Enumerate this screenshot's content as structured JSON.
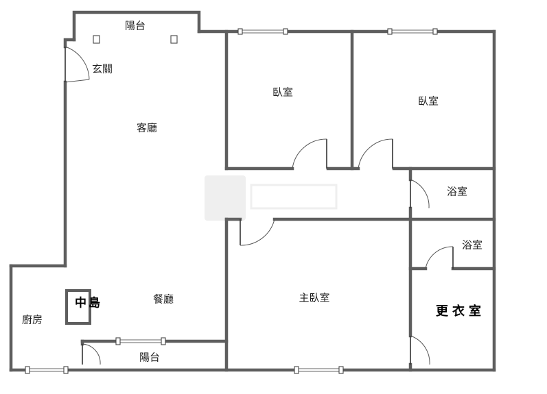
{
  "rooms": {
    "balcony_top": "陽台",
    "entrance": "玄關",
    "living_room": "客廳",
    "bedroom_1": "臥室",
    "bedroom_2": "臥室",
    "bathroom_1": "浴室",
    "bathroom_2": "浴室",
    "dining_room": "餐廳",
    "kitchen": "廚房",
    "kitchen_island": "中島",
    "master_bedroom": "主臥室",
    "walk_in_closet": "更衣室",
    "balcony_bottom": "陽台"
  },
  "colors": {
    "wall": "#5e5e5e",
    "background": "#ffffff",
    "text": "#222222"
  }
}
